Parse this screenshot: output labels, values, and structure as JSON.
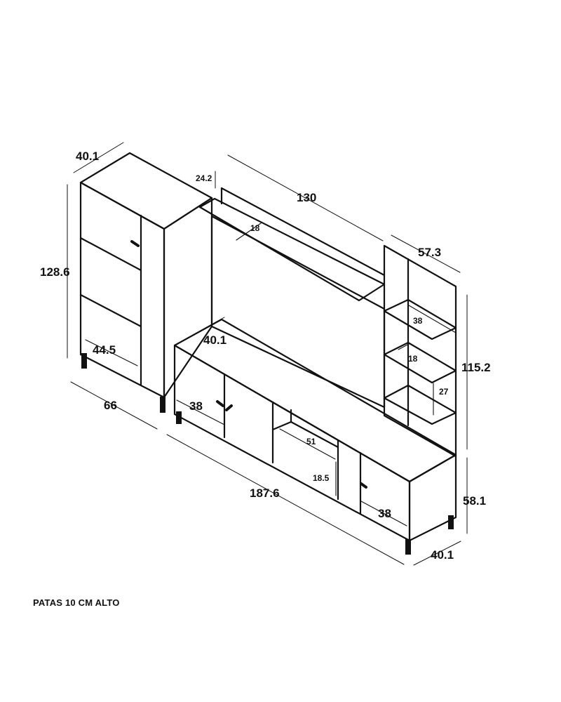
{
  "diagram": {
    "dimensions": {
      "cabinet_depth_top": "40.1",
      "cabinet_height": "128.6",
      "cabinet_inner_width": "44.5",
      "cabinet_width": "66",
      "back_panel_top": "24.2",
      "shelf_depth": "18",
      "back_panel_width": "130",
      "shelf_unit_width": "57.3",
      "shelf_38": "38",
      "shelf_18": "18",
      "shelf_gap_27": "27",
      "shelf_unit_height": "115.2",
      "tv_unit_depth": "40.1",
      "door_left_width": "38",
      "niche_width": "51",
      "niche_height": "18.5",
      "total_length": "187.6",
      "door_right_width": "38",
      "tv_unit_height": "58.1",
      "tv_unit_depth_bottom": "40.1"
    },
    "note": "PATAS 10 CM ALTO"
  }
}
